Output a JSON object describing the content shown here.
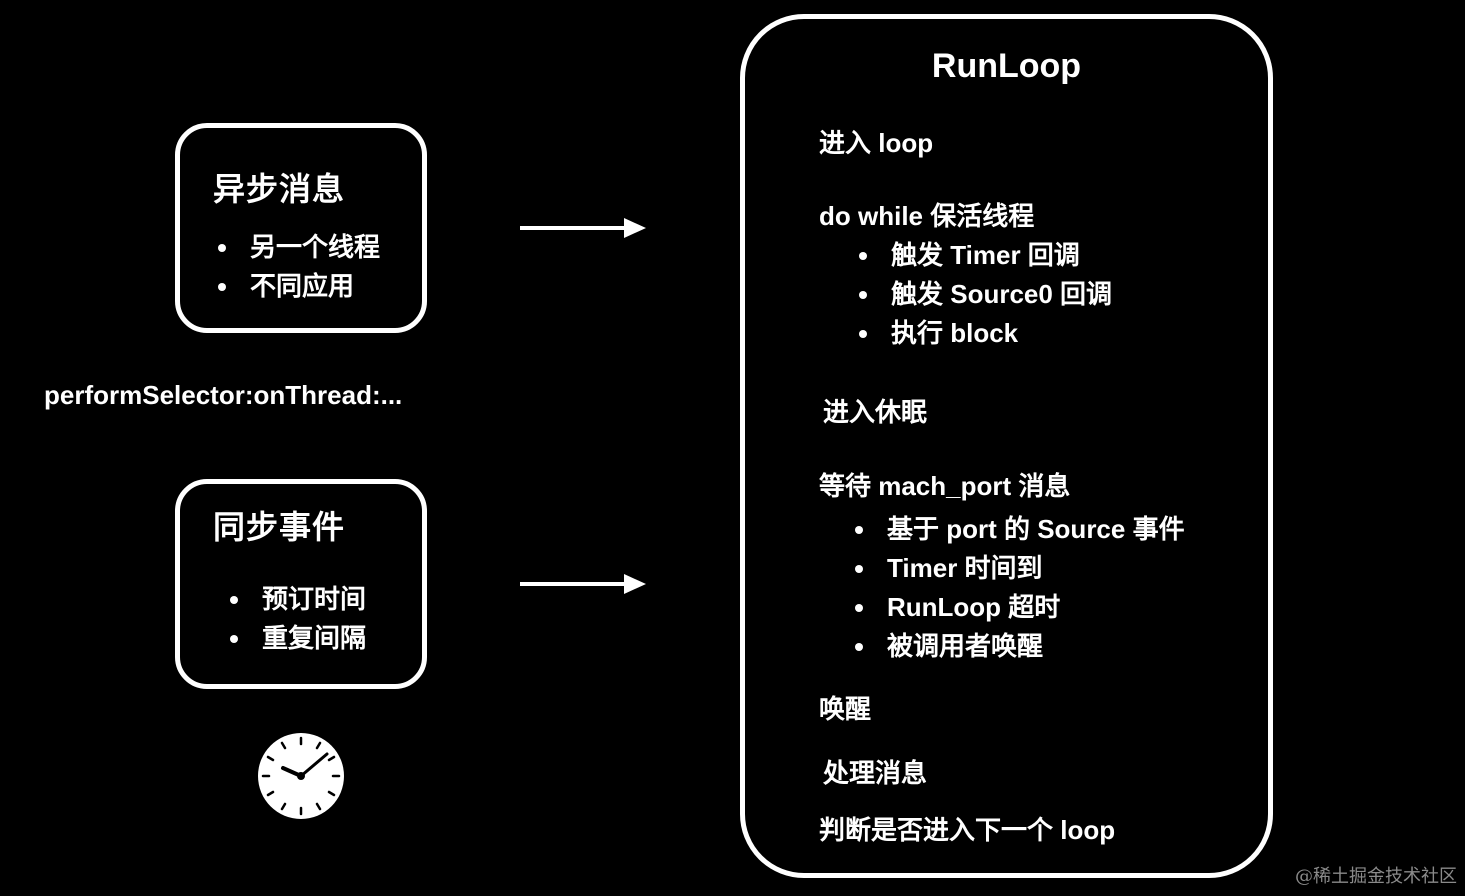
{
  "async_box": {
    "title": "异步消息",
    "items": [
      "另一个线程",
      "不同应用"
    ]
  },
  "selector_label": "performSelector:onThread:...",
  "sync_box": {
    "title": "同步事件",
    "items": [
      "预订时间",
      "重复间隔"
    ]
  },
  "runloop": {
    "title": "RunLoop",
    "enter_loop": "进入 loop",
    "do_while": "do while 保活线程",
    "do_while_items": [
      "触发 Timer 回调",
      "触发 Source0 回调",
      "执行 block"
    ],
    "sleep": "进入休眠",
    "wait": "等待 mach_port 消息",
    "wait_items": [
      "基于 port 的 Source 事件",
      "Timer 时间到",
      "RunLoop 超时",
      "被调用者唤醒"
    ],
    "wake": "唤醒",
    "handle": "处理消息",
    "judge": "判断是否进入下一个 loop"
  },
  "icons": {
    "clock": "clock-icon",
    "arrow": "arrow-right-icon"
  },
  "colors": {
    "background": "#000000",
    "foreground": "#ffffff",
    "watermark": "#8a8a8a"
  },
  "watermark": "@稀土掘金技术社区"
}
